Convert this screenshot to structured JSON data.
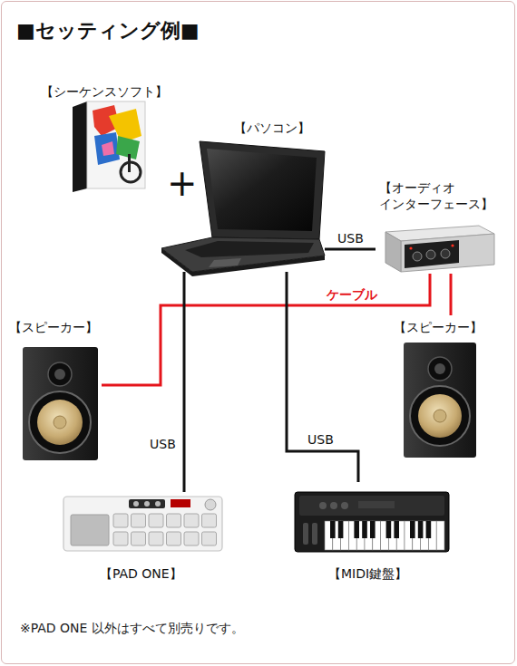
{
  "diagram": {
    "title": "■セッティング例■",
    "nodes": [
      {
        "text": [
          "【シーケンスソフト】"
        ]
      },
      {
        "text": [
          "【パソコン】"
        ]
      },
      {
        "text": [
          "【オーディオ インターフェース】"
        ]
      },
      {
        "text": [
          "【スピーカー】"
        ]
      },
      {
        "text": [
          "【スピーカー】"
        ]
      },
      {
        "text": [
          "【PAD ONE】"
        ]
      },
      {
        "text": [
          "【MIDI鍵盤】"
        ]
      }
    ],
    "edges": [
      {
        "from": 1,
        "to": 2,
        "arrow": "none",
        "label": "USB"
      },
      {
        "from": 2,
        "to": 3,
        "arrow": "none",
        "label": "ケーブル"
      },
      {
        "from": 2,
        "to": 4,
        "arrow": "none"
      },
      {
        "from": 1,
        "to": 5,
        "arrow": "none",
        "label": "USB"
      },
      {
        "from": 1,
        "to": 6,
        "arrow": "none",
        "label": "USB"
      }
    ],
    "labels": [
      "+",
      "※PAD ONE 以外はすべて別売りです。"
    ]
  }
}
